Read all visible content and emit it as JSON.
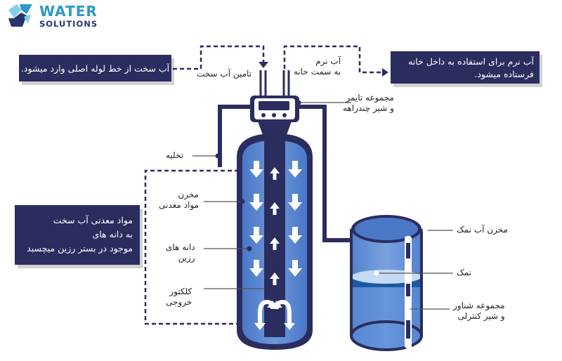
{
  "logo": {
    "line1": "WATER",
    "line2": "SOLUTIONS",
    "colors": [
      "#7fd0ef",
      "#2e97c9",
      "#27356b"
    ]
  },
  "boxes": {
    "hard_water_in": "آب سخت از خط لوله اصلی وارد میشود.",
    "soft_water_out": {
      "line1": "آب نرم برای استفاده به داخل خانه",
      "line2": "فرستاده میشود."
    },
    "minerals": {
      "line1": "مواد معدنی آب سخت",
      "line2": "به دانه های",
      "line3": "موجود در بستر رزین میچسبد"
    }
  },
  "labels": {
    "supply": "تامین آب سخت",
    "soft_side": {
      "line1": "آب نرم",
      "line2": "به سمت خانه"
    },
    "timer_valve": {
      "line1": "مجموعه تایمر",
      "line2": "و شیر چندراهه"
    },
    "drain": "تخلیه",
    "mineral_tank": {
      "line1": "مخزن",
      "line2": "مواد معدنی"
    },
    "resin_beads": {
      "line1": "دانه های",
      "line2": "رزین"
    },
    "collector": {
      "line1": "کلکتور",
      "line2": "خروجی"
    },
    "brine_tank": "مخزن آب نمک",
    "salt": "نمک",
    "float": {
      "line1": "مجموعه شناور",
      "line2": "و شیر کنترلی"
    }
  },
  "colors": {
    "navy": "#2b2d5f",
    "tank_blue": "#5b86d0",
    "tank_light": "#a8c6ee",
    "salt_band": "#1a5aa0"
  }
}
